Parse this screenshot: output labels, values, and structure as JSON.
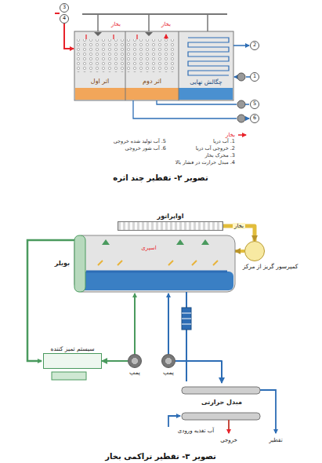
{
  "diagram": {
    "caption": "تصویر ۳- تقطیر تراکمی بخار",
    "nodes": [
      {
        "text": [
          "اثر اول"
        ]
      },
      {
        "text": [
          "اثر دوم"
        ]
      },
      {
        "text": [
          "چگالش نهایی"
        ]
      },
      {
        "text": [
          "اواپراتور"
        ]
      },
      {
        "text": [
          "بویلر"
        ]
      },
      {
        "text": [
          "کمپرسور گریز از مرکز"
        ]
      },
      {
        "text": [
          "سیستم تمیز کننده"
        ]
      },
      {
        "text": [
          "پمپ"
        ]
      },
      {
        "text": [
          "پمپ"
        ]
      },
      {
        "text": [
          "مبدل حرارتی"
        ]
      }
    ],
    "edges": [
      {
        "from": 3,
        "to": 5,
        "arrow": "to",
        "label": "بخار"
      },
      {
        "from": 5,
        "to": 4,
        "arrow": "to"
      },
      {
        "from": 7,
        "to": 6,
        "arrow": "to"
      },
      {
        "from": 8,
        "to": 9,
        "arrow": "to"
      }
    ],
    "labels": [
      "بخار",
      "بخار",
      "3",
      "4",
      "2",
      "1",
      "5",
      "6",
      "1. آب دریا",
      "2. خروجی آب دریا",
      "3. محرک بخار",
      "4. مبدل حرارت در فشار بالا",
      "5. آب تولید شده خروجی",
      "6. آب شور خروجی",
      "تصویر ۲- تقطیر چند اثره",
      "اسپری",
      "آب تغذیه ورودی",
      "خروجی",
      "تقطیر"
    ],
    "legend": [
      {
        "text": "بخار"
      }
    ]
  }
}
